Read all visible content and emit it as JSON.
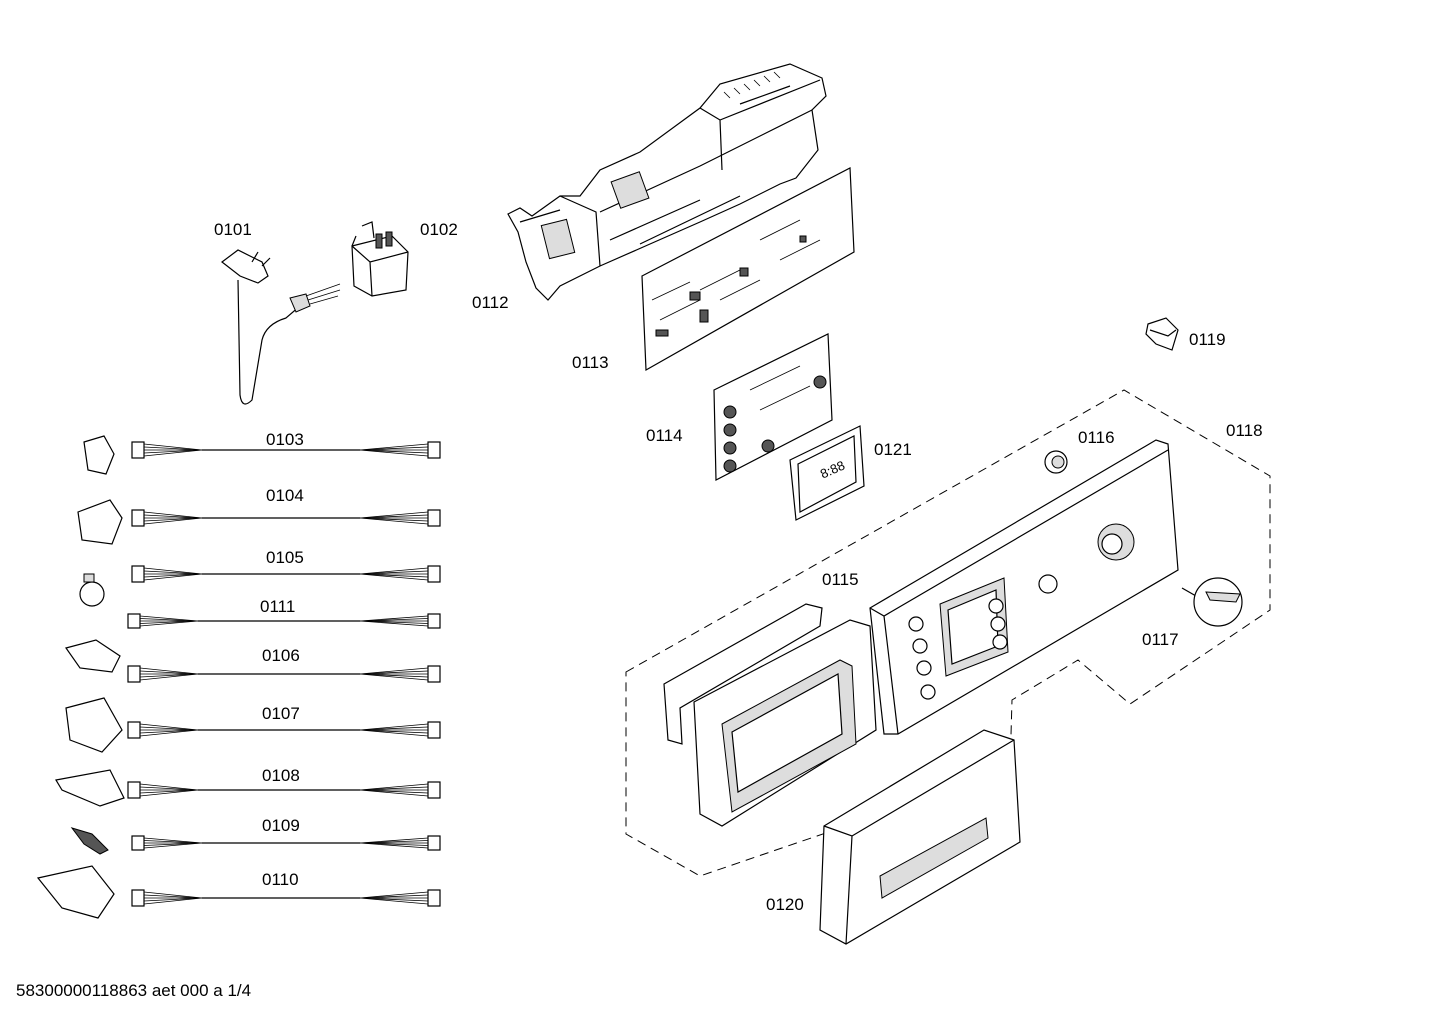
{
  "parts": [
    {
      "id": "0101"
    },
    {
      "id": "0102"
    },
    {
      "id": "0103"
    },
    {
      "id": "0104"
    },
    {
      "id": "0105"
    },
    {
      "id": "0111"
    },
    {
      "id": "0106"
    },
    {
      "id": "0107"
    },
    {
      "id": "0108"
    },
    {
      "id": "0109"
    },
    {
      "id": "0110"
    },
    {
      "id": "0112"
    },
    {
      "id": "0113"
    },
    {
      "id": "0114"
    },
    {
      "id": "0121"
    },
    {
      "id": "0116"
    },
    {
      "id": "0118"
    },
    {
      "id": "0119"
    },
    {
      "id": "0115"
    },
    {
      "id": "0117"
    },
    {
      "id": "0120"
    }
  ],
  "display_readout": "8:88",
  "footer": "58300000118863 aet 000 a 1/4"
}
